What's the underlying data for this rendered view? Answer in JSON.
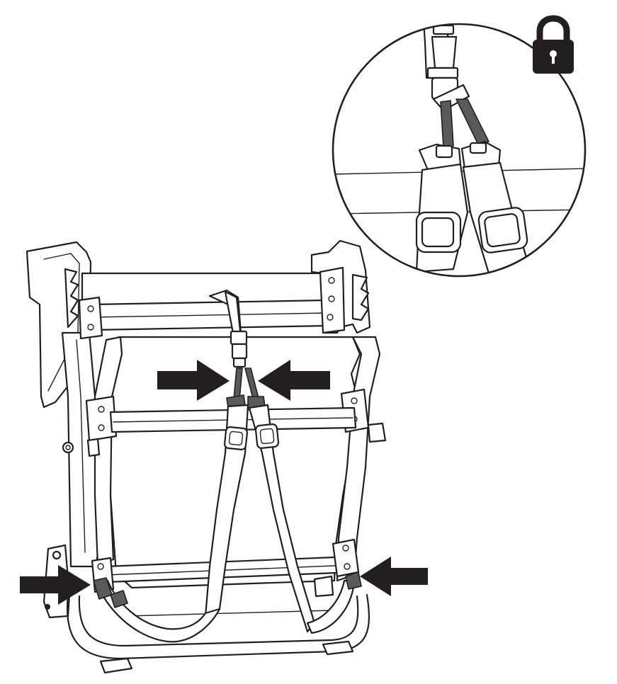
{
  "colors": {
    "line": "#231f20",
    "fill": "#ffffff",
    "arrow": "#231f20",
    "clip": "#5a5a5a"
  },
  "icons": [
    "lock-icon",
    "arrow-right-icon",
    "arrow-left-icon"
  ],
  "callouts": [
    {
      "name": "arrow-top-left",
      "direction": "right"
    },
    {
      "name": "arrow-top-right",
      "direction": "left"
    },
    {
      "name": "arrow-bottom-left",
      "direction": "right"
    },
    {
      "name": "arrow-bottom-right",
      "direction": "left"
    }
  ]
}
